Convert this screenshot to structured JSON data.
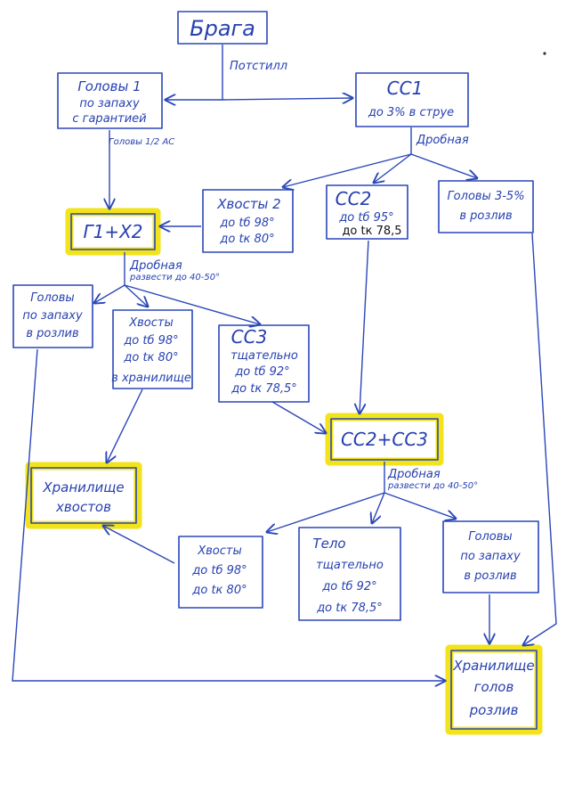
{
  "nodes": {
    "braga": {
      "lines": [
        "Брага"
      ]
    },
    "heads1": {
      "lines": [
        "Головы 1",
        "по запаху",
        "с гарантией"
      ]
    },
    "cc1": {
      "lines": [
        "СС1",
        "до 3% в струе"
      ]
    },
    "tails2": {
      "lines": [
        "Хвосты 2",
        "до tб 98°",
        "до tк 80°"
      ]
    },
    "cc2": {
      "lines": [
        "СС2",
        "до tб 95°"
      ],
      "extra": "до tк 78,5"
    },
    "heads35": {
      "lines": [
        "Головы 3-5%",
        "в розлив"
      ]
    },
    "g1x2": {
      "lines": [
        "Г1+Х2"
      ]
    },
    "heads_smell": {
      "lines": [
        "Головы",
        "по запаху",
        "в розлив"
      ]
    },
    "tails_store": {
      "lines": [
        "Хвосты",
        "до tб 98°",
        "до tк 80°",
        "в хранилище"
      ]
    },
    "cc3": {
      "lines": [
        "СС3",
        "тщательно",
        "до tб 92°",
        "до tк 78,5°"
      ]
    },
    "cc2cc3": {
      "lines": [
        "СС2+СС3"
      ]
    },
    "storage_tails": {
      "lines": [
        "Хранилище",
        "хвостов"
      ]
    },
    "tails_final": {
      "lines": [
        "Хвосты",
        "до tб 98°",
        "до tк 80°"
      ]
    },
    "body_final": {
      "lines": [
        "Тело",
        "тщательно",
        "до tб 92°",
        "до tк 78,5°"
      ]
    },
    "heads_final": {
      "lines": [
        "Головы",
        "по запаху",
        "в розлив"
      ]
    },
    "storage_heads": {
      "lines": [
        "Хранилище",
        "голов",
        "розлив"
      ]
    }
  },
  "edge_labels": {
    "potstill": "Потстилл",
    "heads_half_ac": "Головы 1/2 АС",
    "drobnaya_1": "Дробная",
    "drobnaya_2": "Дробная",
    "razvesti_2": "развести до 40-50°",
    "drobnaya_3": "Дробная",
    "razvesti_3": "развести до 40-50°"
  },
  "colors": {
    "ink": "#2a47b8",
    "highlight": "#f2e31a"
  }
}
